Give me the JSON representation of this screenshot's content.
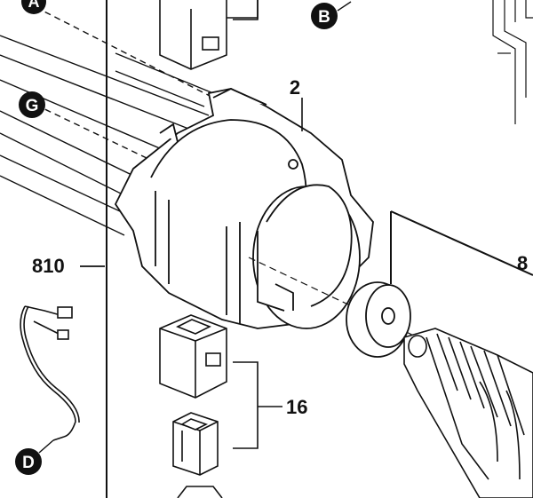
{
  "diagram": {
    "callouts": {
      "a": "A",
      "b": "B",
      "g": "G",
      "d": "D"
    },
    "part_numbers": {
      "stator": "2",
      "cable": "810",
      "brushes": "16",
      "armature_partial": "8"
    }
  }
}
